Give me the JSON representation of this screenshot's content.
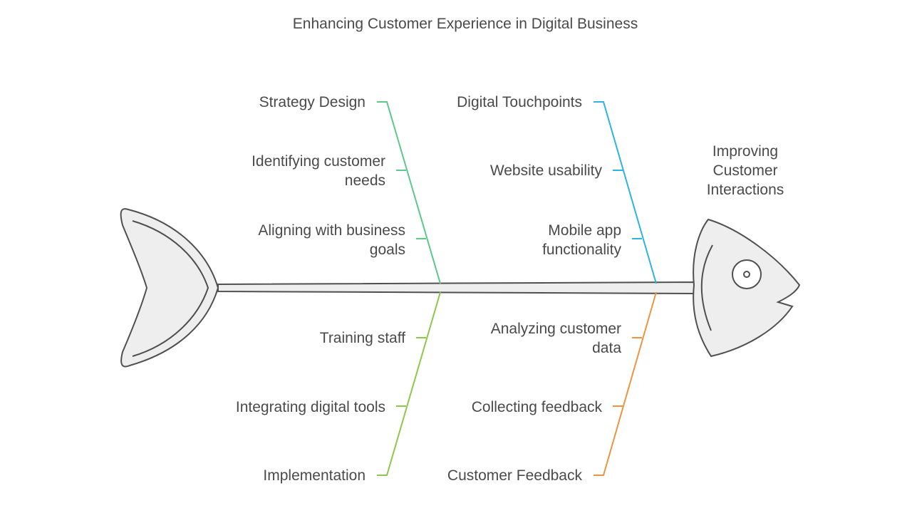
{
  "title": "Enhancing Customer Experience in Digital Business",
  "head": {
    "label_lines": [
      "Improving",
      "Customer",
      "Interactions"
    ]
  },
  "colors": {
    "strategy": "#5cc98a",
    "digital": "#2db3e6",
    "implementation": "#8cc84b",
    "feedback": "#ee9440",
    "outline": "#505050",
    "fill": "#eeeeee",
    "text": "#4a4a4a"
  },
  "branches": {
    "strategy": {
      "title": "Strategy Design",
      "causes": [
        [
          "Identifying customer",
          "needs"
        ],
        [
          "Aligning with business",
          "goals"
        ]
      ]
    },
    "digital": {
      "title": "Digital Touchpoints",
      "causes": [
        [
          "Website usability"
        ],
        [
          "Mobile app",
          "functionality"
        ]
      ]
    },
    "implementation": {
      "title": "Implementation",
      "causes": [
        [
          "Training staff"
        ],
        [
          "Integrating digital tools"
        ]
      ]
    },
    "feedback": {
      "title": "Customer Feedback",
      "causes": [
        [
          "Analyzing customer",
          "data"
        ],
        [
          "Collecting feedback"
        ]
      ]
    }
  }
}
